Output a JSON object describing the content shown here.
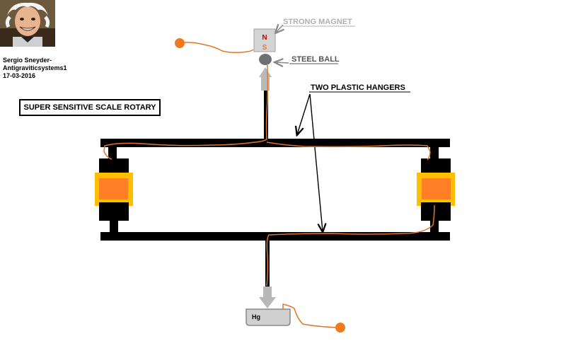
{
  "author": {
    "name": "Sergio Sneyder-",
    "handle": "Antigraviticsystems1",
    "date": "17-03-2016"
  },
  "title": "SUPER SENSITIVE SCALE ROTARY",
  "labels": {
    "strong_magnet": "STRONG MAGNET",
    "steel_ball": "STEEL BALL",
    "two_plastic_hangers": "TWO PLASTIC  HANGERS",
    "magnet_north": "N",
    "magnet_south": "S",
    "mercury": "Hg"
  },
  "colors": {
    "frame": "#000000",
    "wire": "#e0762a",
    "terminal": "#f07a1e",
    "magnet_north": "#d40000",
    "magnet_south": "#e07a2a",
    "magnet_body": "#d4d4d4",
    "grey_arrow": "#b8b8b8",
    "label_grey": "#b0b0b0",
    "steel_ball": "#707070",
    "bearing_yellow": "#ffbf00",
    "bearing_orange": "#ff7f27"
  }
}
